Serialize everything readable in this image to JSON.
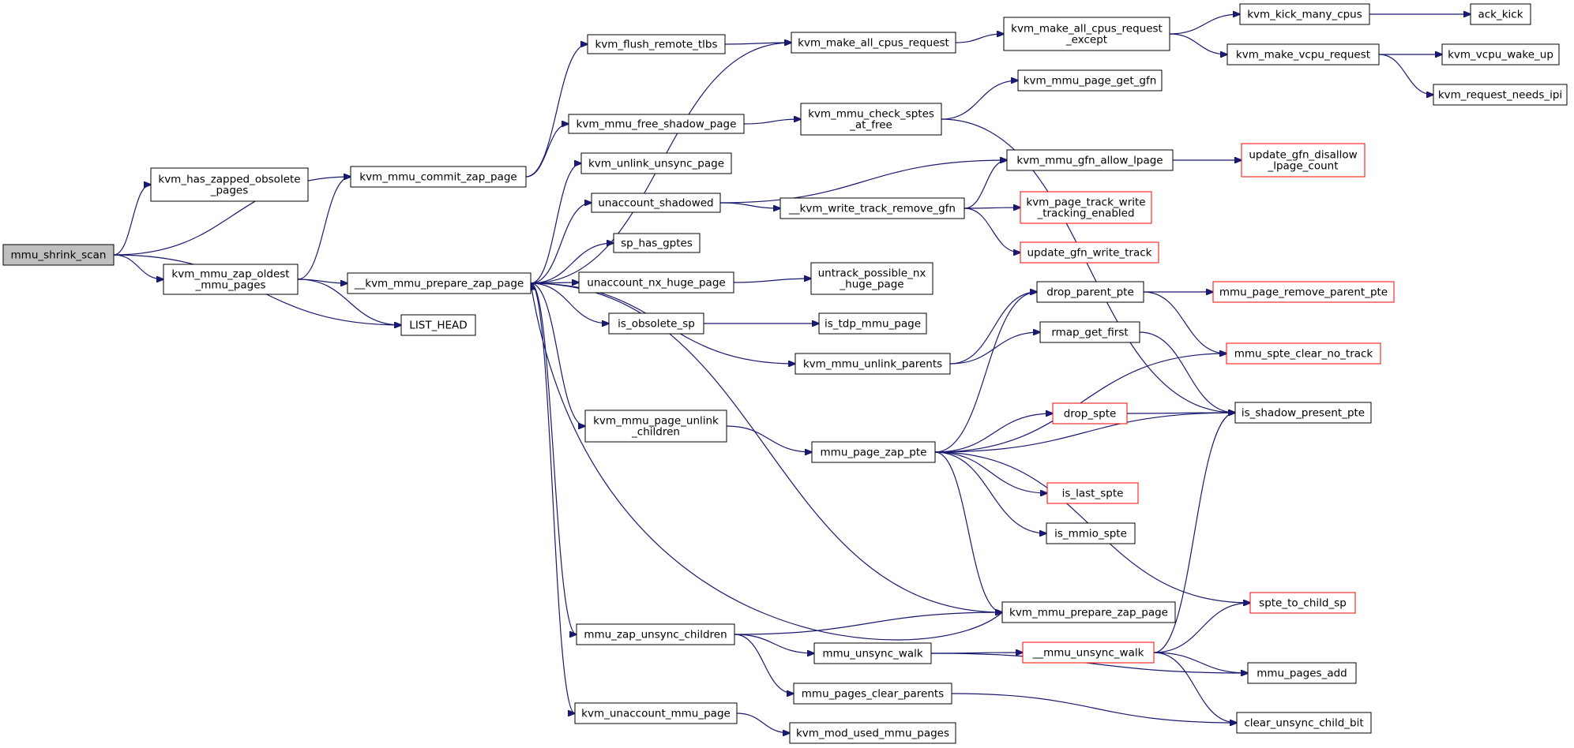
{
  "colors": {
    "edge": "#191970",
    "node_border": "#000000",
    "incomplete_border": "#ff0000",
    "root_fill": "#bfbfbf",
    "node_fill": "#ffffff"
  },
  "graph": {
    "root": "mmu_shrink_scan",
    "nodes": [
      {
        "id": "mmu_shrink_scan",
        "lines": [
          "mmu_shrink_scan"
        ],
        "status": "root"
      },
      {
        "id": "kvm_has_zapped_obsolete_pages",
        "lines": [
          "kvm_has_zapped_obsolete",
          "_pages"
        ],
        "status": "normal"
      },
      {
        "id": "kvm_mmu_commit_zap_page",
        "lines": [
          "kvm_mmu_commit_zap_page"
        ],
        "status": "normal"
      },
      {
        "id": "kvm_mmu_zap_oldest_mmu_pages",
        "lines": [
          "kvm_mmu_zap_oldest",
          "_mmu_pages"
        ],
        "status": "normal"
      },
      {
        "id": "LIST_HEAD",
        "lines": [
          "LIST_HEAD"
        ],
        "status": "normal"
      },
      {
        "id": "__kvm_mmu_prepare_zap_page",
        "lines": [
          "__kvm_mmu_prepare_zap_page"
        ],
        "status": "normal"
      },
      {
        "id": "kvm_flush_remote_tlbs",
        "lines": [
          "kvm_flush_remote_tlbs"
        ],
        "status": "normal"
      },
      {
        "id": "kvm_mmu_free_shadow_page",
        "lines": [
          "kvm_mmu_free_shadow_page"
        ],
        "status": "normal"
      },
      {
        "id": "kvm_unlink_unsync_page",
        "lines": [
          "kvm_unlink_unsync_page"
        ],
        "status": "normal"
      },
      {
        "id": "unaccount_shadowed",
        "lines": [
          "unaccount_shadowed"
        ],
        "status": "normal"
      },
      {
        "id": "sp_has_gptes",
        "lines": [
          "sp_has_gptes"
        ],
        "status": "normal"
      },
      {
        "id": "unaccount_nx_huge_page",
        "lines": [
          "unaccount_nx_huge_page"
        ],
        "status": "normal"
      },
      {
        "id": "is_obsolete_sp",
        "lines": [
          "is_obsolete_sp"
        ],
        "status": "normal"
      },
      {
        "id": "kvm_mmu_page_unlink_children",
        "lines": [
          "kvm_mmu_page_unlink",
          "_children"
        ],
        "status": "normal"
      },
      {
        "id": "mmu_zap_unsync_children",
        "lines": [
          "mmu_zap_unsync_children"
        ],
        "status": "normal"
      },
      {
        "id": "kvm_unaccount_mmu_page",
        "lines": [
          "kvm_unaccount_mmu_page"
        ],
        "status": "normal"
      },
      {
        "id": "kvm_make_all_cpus_request",
        "lines": [
          "kvm_make_all_cpus_request"
        ],
        "status": "normal"
      },
      {
        "id": "kvm_mmu_check_sptes_at_free",
        "lines": [
          "kvm_mmu_check_sptes",
          "_at_free"
        ],
        "status": "normal"
      },
      {
        "id": "__kvm_write_track_remove_gfn",
        "lines": [
          "__kvm_write_track_remove_gfn"
        ],
        "status": "normal"
      },
      {
        "id": "untrack_possible_nx_huge_page",
        "lines": [
          "untrack_possible_nx",
          "_huge_page"
        ],
        "status": "normal"
      },
      {
        "id": "is_tdp_mmu_page",
        "lines": [
          "is_tdp_mmu_page"
        ],
        "status": "normal"
      },
      {
        "id": "kvm_mmu_unlink_parents",
        "lines": [
          "kvm_mmu_unlink_parents"
        ],
        "status": "normal"
      },
      {
        "id": "mmu_page_zap_pte",
        "lines": [
          "mmu_page_zap_pte"
        ],
        "status": "normal"
      },
      {
        "id": "mmu_unsync_walk",
        "lines": [
          "mmu_unsync_walk"
        ],
        "status": "normal"
      },
      {
        "id": "mmu_pages_clear_parents",
        "lines": [
          "mmu_pages_clear_parents"
        ],
        "status": "normal"
      },
      {
        "id": "kvm_mod_used_mmu_pages",
        "lines": [
          "kvm_mod_used_mmu_pages"
        ],
        "status": "normal"
      },
      {
        "id": "kvm_make_all_cpus_request_except",
        "lines": [
          "kvm_make_all_cpus_request",
          "_except"
        ],
        "status": "normal"
      },
      {
        "id": "kvm_mmu_page_get_gfn",
        "lines": [
          "kvm_mmu_page_get_gfn"
        ],
        "status": "normal"
      },
      {
        "id": "kvm_mmu_gfn_allow_lpage",
        "lines": [
          "kvm_mmu_gfn_allow_lpage"
        ],
        "status": "normal"
      },
      {
        "id": "kvm_page_track_write_tracking_enabled",
        "lines": [
          "kvm_page_track_write",
          "_tracking_enabled"
        ],
        "status": "incomplete"
      },
      {
        "id": "update_gfn_write_track",
        "lines": [
          "update_gfn_write_track"
        ],
        "status": "incomplete"
      },
      {
        "id": "drop_parent_pte",
        "lines": [
          "drop_parent_pte"
        ],
        "status": "normal"
      },
      {
        "id": "rmap_get_first",
        "lines": [
          "rmap_get_first"
        ],
        "status": "normal"
      },
      {
        "id": "drop_spte",
        "lines": [
          "drop_spte"
        ],
        "status": "incomplete"
      },
      {
        "id": "is_last_spte",
        "lines": [
          "is_last_spte"
        ],
        "status": "incomplete"
      },
      {
        "id": "is_mmio_spte",
        "lines": [
          "is_mmio_spte"
        ],
        "status": "normal"
      },
      {
        "id": "kvm_mmu_prepare_zap_page",
        "lines": [
          "kvm_mmu_prepare_zap_page"
        ],
        "status": "normal"
      },
      {
        "id": "__mmu_unsync_walk",
        "lines": [
          "__mmu_unsync_walk"
        ],
        "status": "incomplete"
      },
      {
        "id": "kvm_kick_many_cpus",
        "lines": [
          "kvm_kick_many_cpus"
        ],
        "status": "normal"
      },
      {
        "id": "kvm_make_vcpu_request",
        "lines": [
          "kvm_make_vcpu_request"
        ],
        "status": "normal"
      },
      {
        "id": "update_gfn_disallow_lpage_count",
        "lines": [
          "update_gfn_disallow",
          "_lpage_count"
        ],
        "status": "incomplete"
      },
      {
        "id": "mmu_page_remove_parent_pte",
        "lines": [
          "mmu_page_remove_parent_pte"
        ],
        "status": "incomplete"
      },
      {
        "id": "mmu_spte_clear_no_track",
        "lines": [
          "mmu_spte_clear_no_track"
        ],
        "status": "incomplete"
      },
      {
        "id": "is_shadow_present_pte",
        "lines": [
          "is_shadow_present_pte"
        ],
        "status": "normal"
      },
      {
        "id": "spte_to_child_sp",
        "lines": [
          "spte_to_child_sp"
        ],
        "status": "incomplete"
      },
      {
        "id": "mmu_pages_add",
        "lines": [
          "mmu_pages_add"
        ],
        "status": "normal"
      },
      {
        "id": "clear_unsync_child_bit",
        "lines": [
          "clear_unsync_child_bit"
        ],
        "status": "normal"
      },
      {
        "id": "ack_kick",
        "lines": [
          "ack_kick"
        ],
        "status": "normal"
      },
      {
        "id": "kvm_vcpu_wake_up",
        "lines": [
          "kvm_vcpu_wake_up"
        ],
        "status": "normal"
      },
      {
        "id": "kvm_request_needs_ipi",
        "lines": [
          "kvm_request_needs_ipi"
        ],
        "status": "normal"
      }
    ],
    "edges": [
      [
        "mmu_shrink_scan",
        "kvm_has_zapped_obsolete_pages"
      ],
      [
        "mmu_shrink_scan",
        "kvm_mmu_commit_zap_page"
      ],
      [
        "mmu_shrink_scan",
        "kvm_mmu_zap_oldest_mmu_pages"
      ],
      [
        "mmu_shrink_scan",
        "LIST_HEAD"
      ],
      [
        "kvm_mmu_zap_oldest_mmu_pages",
        "kvm_mmu_commit_zap_page"
      ],
      [
        "kvm_mmu_zap_oldest_mmu_pages",
        "__kvm_mmu_prepare_zap_page"
      ],
      [
        "kvm_mmu_zap_oldest_mmu_pages",
        "LIST_HEAD"
      ],
      [
        "kvm_mmu_commit_zap_page",
        "kvm_flush_remote_tlbs"
      ],
      [
        "kvm_mmu_commit_zap_page",
        "kvm_mmu_free_shadow_page"
      ],
      [
        "kvm_flush_remote_tlbs",
        "kvm_make_all_cpus_request"
      ],
      [
        "kvm_make_all_cpus_request",
        "kvm_make_all_cpus_request_except"
      ],
      [
        "kvm_make_all_cpus_request_except",
        "kvm_kick_many_cpus"
      ],
      [
        "kvm_make_all_cpus_request_except",
        "kvm_make_vcpu_request"
      ],
      [
        "kvm_kick_many_cpus",
        "ack_kick"
      ],
      [
        "kvm_make_vcpu_request",
        "kvm_vcpu_wake_up"
      ],
      [
        "kvm_make_vcpu_request",
        "kvm_request_needs_ipi"
      ],
      [
        "kvm_mmu_free_shadow_page",
        "kvm_mmu_check_sptes_at_free"
      ],
      [
        "kvm_mmu_check_sptes_at_free",
        "kvm_mmu_page_get_gfn"
      ],
      [
        "kvm_mmu_check_sptes_at_free",
        "is_shadow_present_pte"
      ],
      [
        "__kvm_mmu_prepare_zap_page",
        "kvm_make_all_cpus_request"
      ],
      [
        "__kvm_mmu_prepare_zap_page",
        "kvm_unlink_unsync_page"
      ],
      [
        "__kvm_mmu_prepare_zap_page",
        "unaccount_shadowed"
      ],
      [
        "__kvm_mmu_prepare_zap_page",
        "sp_has_gptes"
      ],
      [
        "__kvm_mmu_prepare_zap_page",
        "unaccount_nx_huge_page"
      ],
      [
        "__kvm_mmu_prepare_zap_page",
        "is_obsolete_sp"
      ],
      [
        "__kvm_mmu_prepare_zap_page",
        "kvm_mmu_unlink_parents"
      ],
      [
        "__kvm_mmu_prepare_zap_page",
        "kvm_mmu_page_unlink_children"
      ],
      [
        "__kvm_mmu_prepare_zap_page",
        "kvm_mmu_prepare_zap_page"
      ],
      [
        "__kvm_mmu_prepare_zap_page",
        "mmu_zap_unsync_children"
      ],
      [
        "__kvm_mmu_prepare_zap_page",
        "kvm_unaccount_mmu_page"
      ],
      [
        "unaccount_shadowed",
        "kvm_mmu_gfn_allow_lpage"
      ],
      [
        "unaccount_shadowed",
        "__kvm_write_track_remove_gfn"
      ],
      [
        "__kvm_write_track_remove_gfn",
        "kvm_mmu_gfn_allow_lpage"
      ],
      [
        "__kvm_write_track_remove_gfn",
        "kvm_page_track_write_tracking_enabled"
      ],
      [
        "__kvm_write_track_remove_gfn",
        "update_gfn_write_track"
      ],
      [
        "kvm_mmu_gfn_allow_lpage",
        "update_gfn_disallow_lpage_count"
      ],
      [
        "unaccount_nx_huge_page",
        "untrack_possible_nx_huge_page"
      ],
      [
        "is_obsolete_sp",
        "is_tdp_mmu_page"
      ],
      [
        "kvm_mmu_unlink_parents",
        "drop_parent_pte"
      ],
      [
        "kvm_mmu_unlink_parents",
        "rmap_get_first"
      ],
      [
        "drop_parent_pte",
        "mmu_page_remove_parent_pte"
      ],
      [
        "drop_parent_pte",
        "mmu_spte_clear_no_track"
      ],
      [
        "rmap_get_first",
        "is_shadow_present_pte"
      ],
      [
        "kvm_mmu_page_unlink_children",
        "mmu_page_zap_pte"
      ],
      [
        "mmu_page_zap_pte",
        "drop_parent_pte"
      ],
      [
        "mmu_page_zap_pte",
        "mmu_spte_clear_no_track"
      ],
      [
        "mmu_page_zap_pte",
        "drop_spte"
      ],
      [
        "mmu_page_zap_pte",
        "is_shadow_present_pte"
      ],
      [
        "mmu_page_zap_pte",
        "is_last_spte"
      ],
      [
        "mmu_page_zap_pte",
        "is_mmio_spte"
      ],
      [
        "mmu_page_zap_pte",
        "kvm_mmu_prepare_zap_page"
      ],
      [
        "mmu_page_zap_pte",
        "spte_to_child_sp"
      ],
      [
        "drop_spte",
        "is_shadow_present_pte"
      ],
      [
        "kvm_mmu_prepare_zap_page",
        "__kvm_mmu_prepare_zap_page"
      ],
      [
        "mmu_zap_unsync_children",
        "kvm_mmu_prepare_zap_page"
      ],
      [
        "mmu_zap_unsync_children",
        "mmu_unsync_walk"
      ],
      [
        "mmu_zap_unsync_children",
        "mmu_pages_clear_parents"
      ],
      [
        "mmu_unsync_walk",
        "__mmu_unsync_walk"
      ],
      [
        "mmu_unsync_walk",
        "mmu_pages_add"
      ],
      [
        "__mmu_unsync_walk",
        "is_shadow_present_pte"
      ],
      [
        "__mmu_unsync_walk",
        "spte_to_child_sp"
      ],
      [
        "__mmu_unsync_walk",
        "mmu_pages_add"
      ],
      [
        "__mmu_unsync_walk",
        "clear_unsync_child_bit"
      ],
      [
        "mmu_pages_clear_parents",
        "clear_unsync_child_bit"
      ],
      [
        "kvm_unaccount_mmu_page",
        "kvm_mod_used_mmu_pages"
      ]
    ]
  }
}
